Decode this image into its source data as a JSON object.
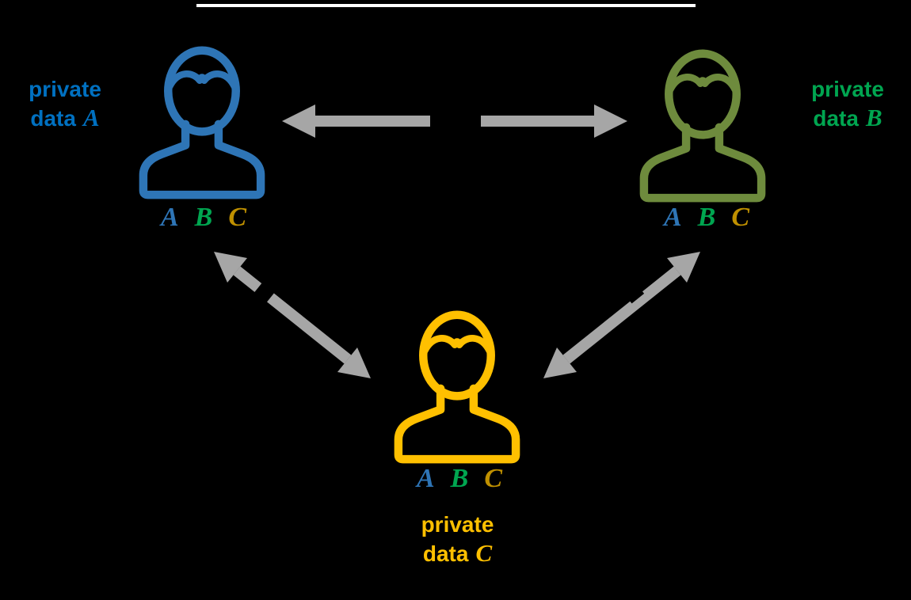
{
  "diagram": {
    "node_a": {
      "label_line1": "private",
      "label_word": "data",
      "label_letter": "A"
    },
    "node_b": {
      "label_line1": "private",
      "label_word": "data",
      "label_letter": "B"
    },
    "node_c": {
      "label_line1": "private",
      "label_word": "data",
      "label_letter": "C"
    },
    "shared_values": [
      "A",
      "B",
      "C"
    ],
    "colors": {
      "background": "#000000",
      "blue_icon": "#2E75B6",
      "blue_text": "#0070C0",
      "green_icon": "#6E8B3D",
      "green_text": "#00A550",
      "gold_icon": "#FFC000",
      "gold_text": "#FFC000",
      "letter_a": "#2E75B6",
      "letter_b": "#00A550",
      "letter_c": "#BF9000",
      "arrow_gray": "#A6A6A6"
    }
  }
}
